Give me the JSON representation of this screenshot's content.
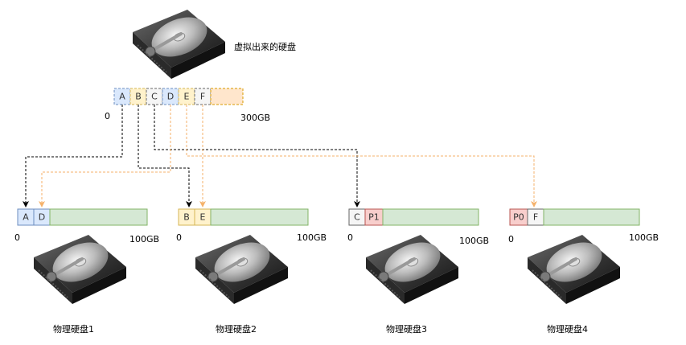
{
  "virtual_disk": {
    "label": "虚拟出来的硬盘",
    "start": "0",
    "end": "300GB",
    "blocks": [
      "A",
      "B",
      "C",
      "D",
      "E",
      "F"
    ]
  },
  "physical_disks": [
    {
      "label": "物理硬盘1",
      "start": "0",
      "end": "100GB",
      "blocks": [
        "A",
        "D"
      ]
    },
    {
      "label": "物理硬盘2",
      "start": "0",
      "end": "100GB",
      "blocks": [
        "B",
        "E"
      ]
    },
    {
      "label": "物理硬盘3",
      "start": "0",
      "end": "100GB",
      "blocks": [
        "C",
        "P1"
      ]
    },
    {
      "label": "物理硬盘4",
      "start": "0",
      "end": "100GB",
      "blocks": [
        "P0",
        "F"
      ]
    }
  ],
  "colors": {
    "blue_block": "#dae8fc",
    "yellow_block": "#fff2cc",
    "gray_block": "#f5f5f5",
    "orange_fill": "#ffe6cc",
    "red_block": "#f8cecc",
    "green_fill": "#d5e8d4",
    "arrow_black": "#000000",
    "arrow_orange": "#f5b26b"
  }
}
